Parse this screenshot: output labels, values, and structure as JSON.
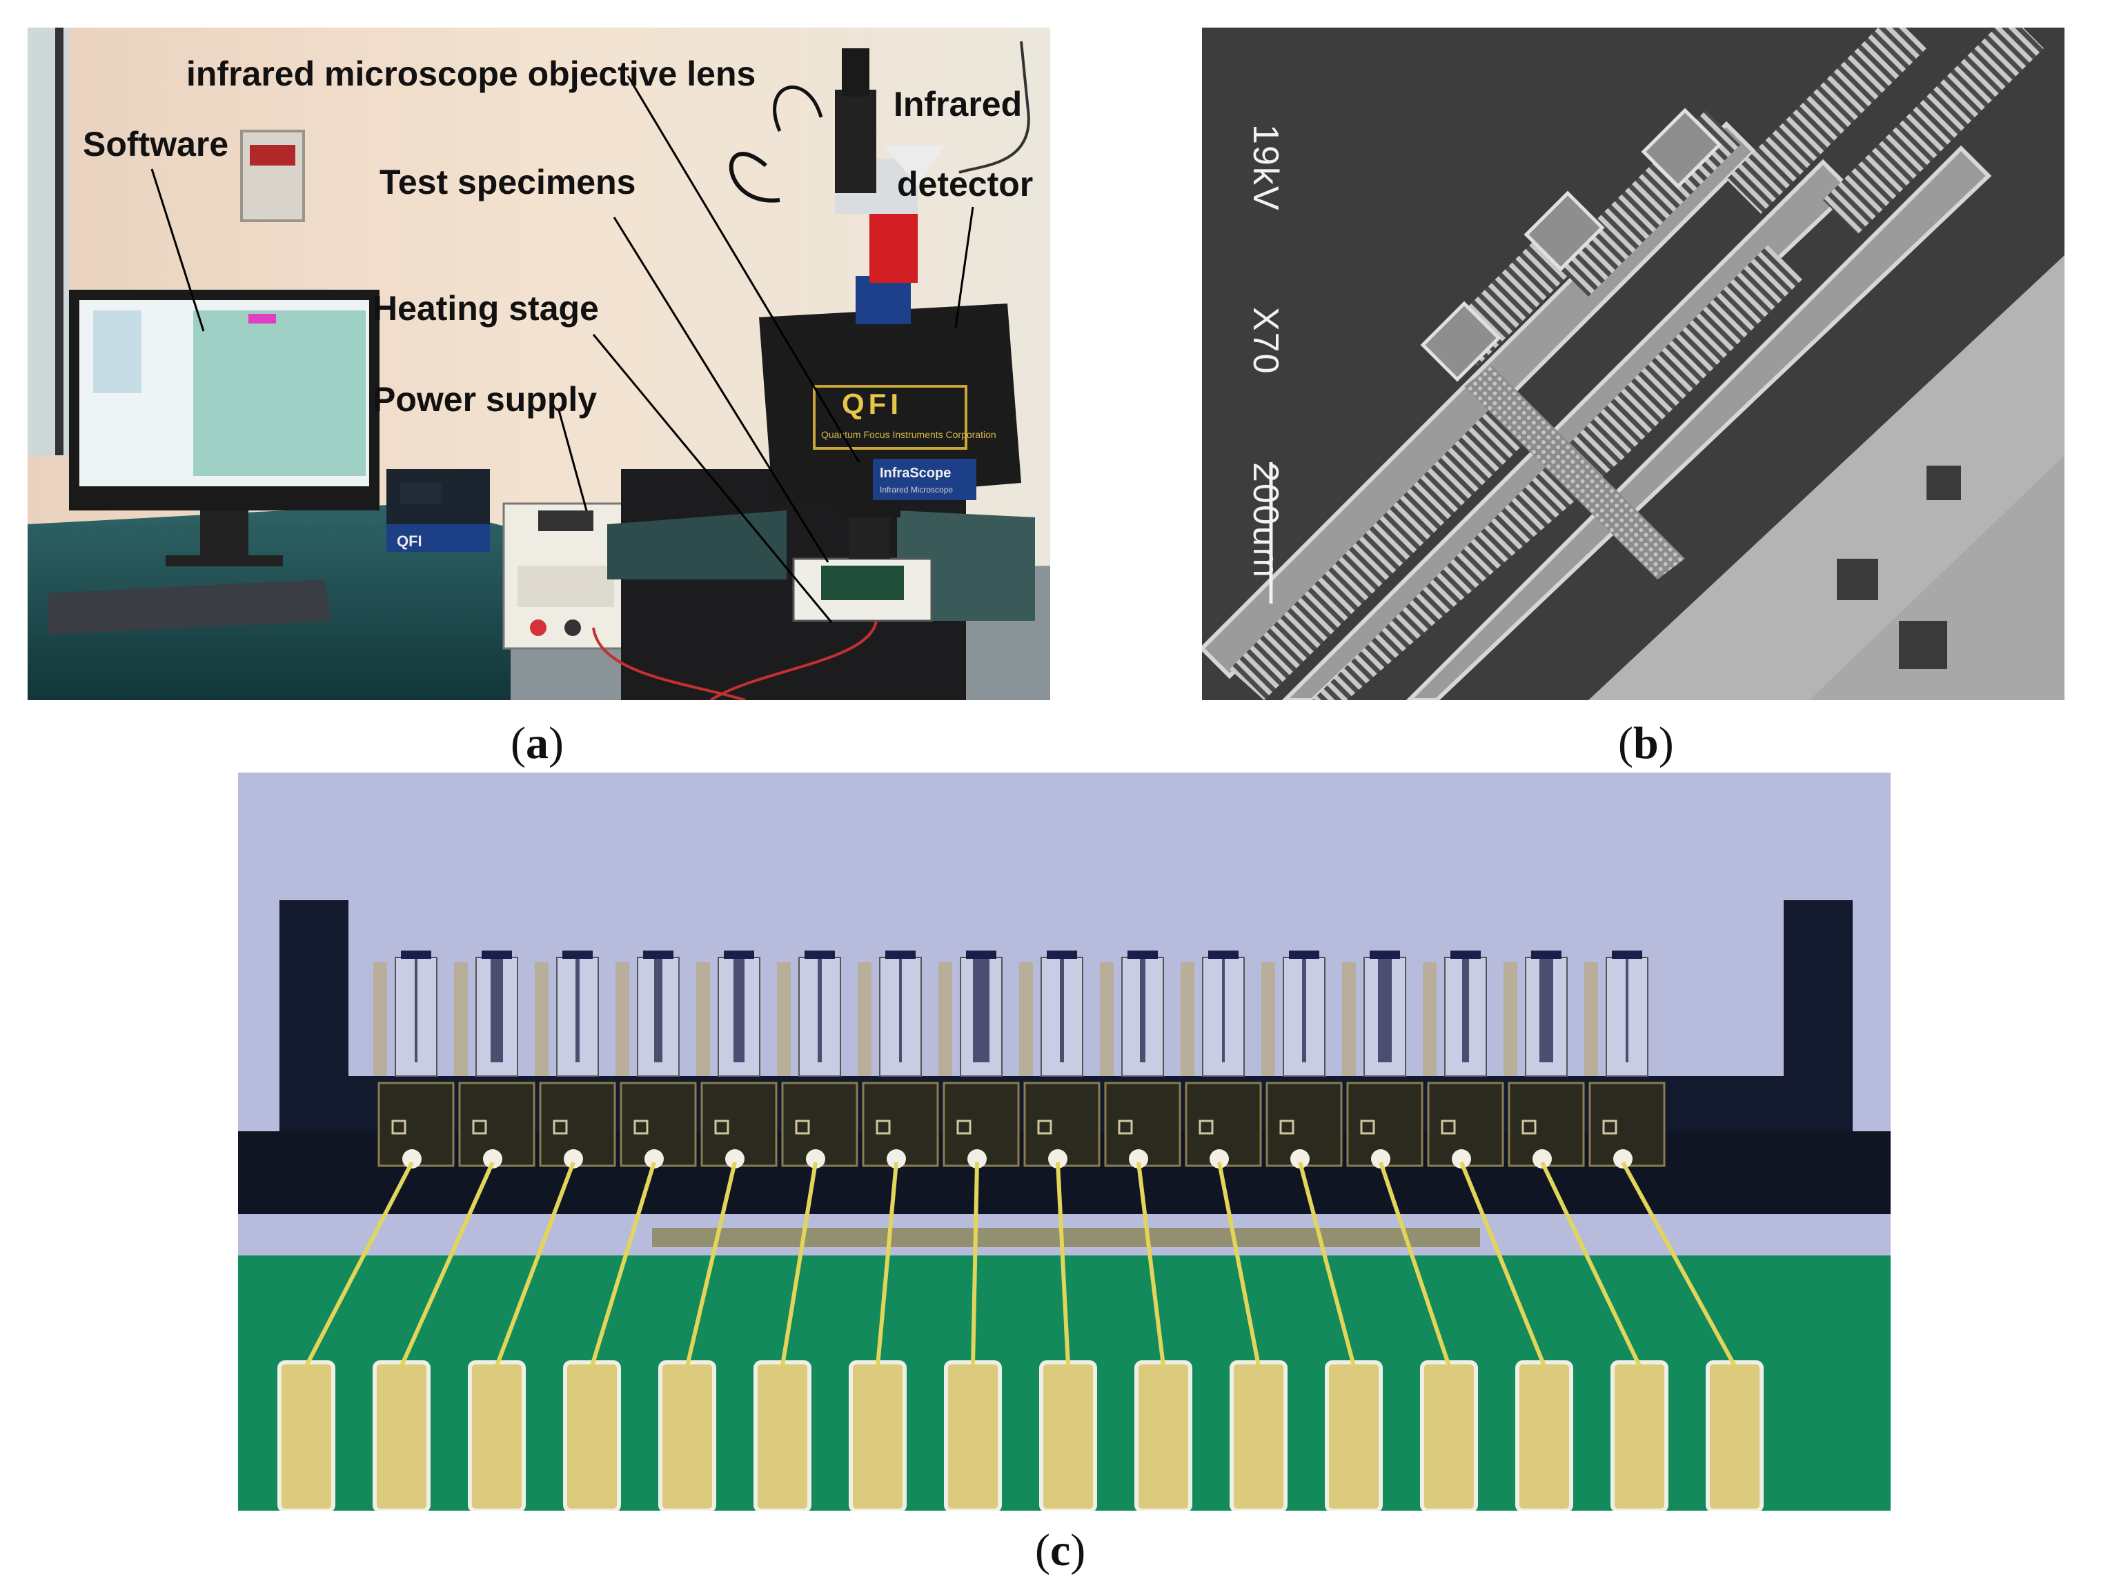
{
  "panel_a": {
    "caption_letter": "a",
    "labels": {
      "objective": "infrared microscope objective lens",
      "software": "Software",
      "infrared": "Infrared",
      "detector": "detector",
      "specimens": "Test specimens",
      "heating": "Heating stage",
      "power": "Power supply"
    },
    "device_logo": "QFI",
    "device_sub": "Quantum Focus Instruments Corporation",
    "device_badge": "InfraScope",
    "device_badge_sub": "Infrared Microscope",
    "small_unit_logo": "QFI"
  },
  "panel_b": {
    "caption_letter": "b",
    "sem_voltage": "19kV",
    "sem_mag": "X70",
    "sem_scale": "200um"
  },
  "panel_c": {
    "caption_letter": "c",
    "specimen_count": 16
  }
}
